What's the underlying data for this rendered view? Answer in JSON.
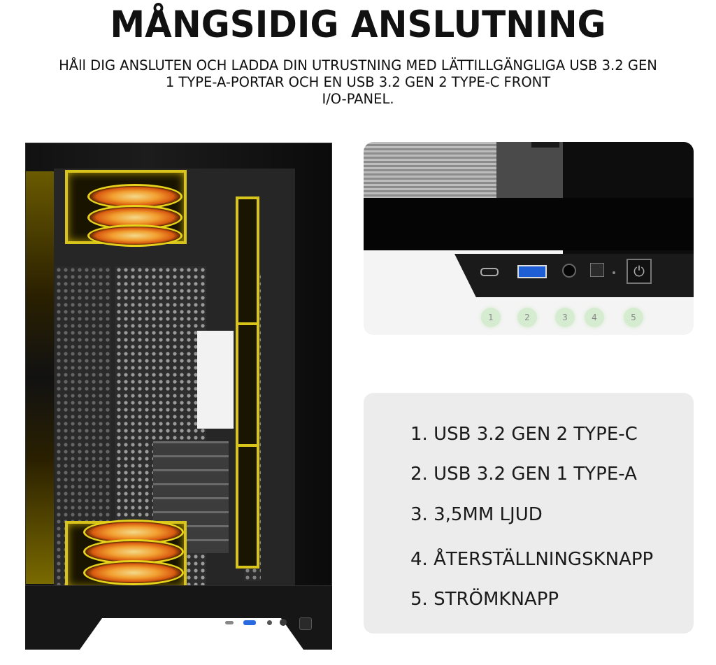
{
  "header": {
    "title": "MÅNGSIDIG ANSLUTNING",
    "subtitle_lines": [
      "HÅll DIG ANSLUTEN OCH LADDA DIN UTRUSTNING MED LÄTTILLGÄNGLIGA USB 3.2 GEN",
      "1 TYPE-A-PORTAR OCH EN USB 3.2 GEN 2 TYPE-C FRONT",
      "I/O-PANEL."
    ]
  },
  "callouts": [
    "1",
    "2",
    "3",
    "4",
    "5"
  ],
  "list": [
    "1.  USB 3.2 GEN 2 TYPE-C",
    "2.  USB 3.2 GEN 1 TYPE-A",
    "3. 3,5MM LJUD",
    "4. ÅTERSTÄLLNINGSKNAPP",
    "5. STRÖMKNAPP"
  ],
  "colors": {
    "fan_ring": "#d8c41a",
    "fan_glow": "#f2a030",
    "usb_a": "#1f5fd6",
    "callout_bg": "#d6ecd1",
    "card_bg": "#ececec"
  },
  "icons": [
    "usb-c-port-icon",
    "usb-a-port-icon",
    "audio-jack-icon",
    "reset-button-icon",
    "power-button-icon"
  ]
}
